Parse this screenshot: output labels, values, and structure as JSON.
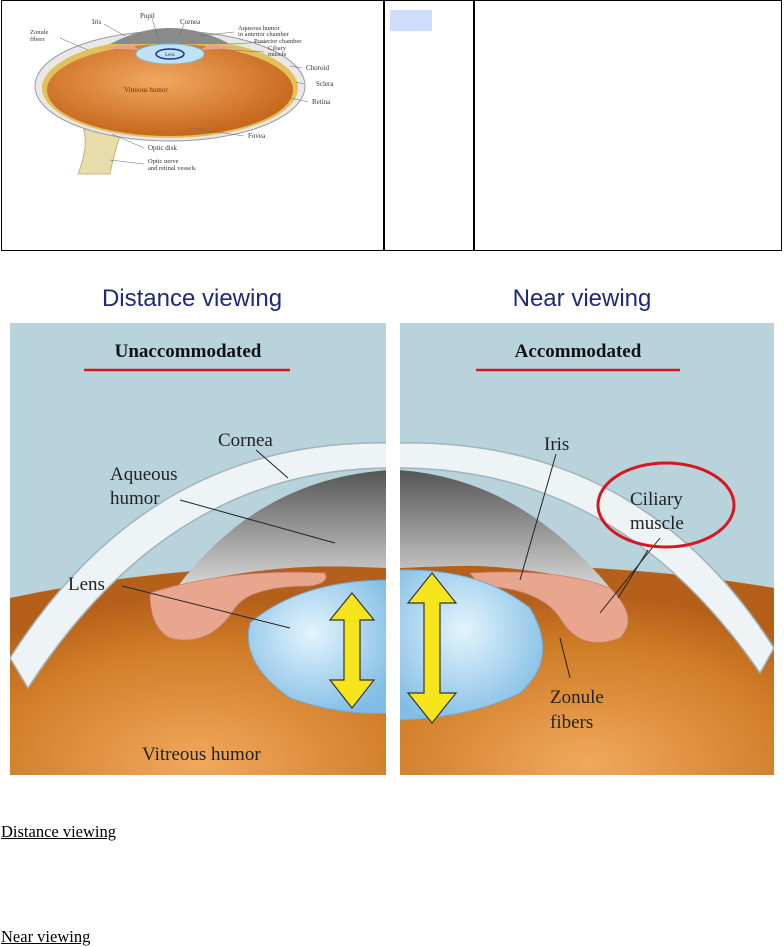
{
  "top_figure": {
    "labels": {
      "iris": "Iris",
      "pupil": "Pupil",
      "cornea": "Cornea",
      "zonule": "Zonule fibers",
      "aqueous": "Aqueous humor in anterior chamber",
      "posterior": "Posterior chamber",
      "ciliary": "Ciliary muscle",
      "lens": "Lens",
      "choroid": "Choroid",
      "sclera": "Sclera",
      "vitreous": "Vitreous humor",
      "retina": "Retina",
      "fovea": "Fovea",
      "optic_disk": "Optic disk",
      "optic_nerve": "Optic nerve and retinal vessels"
    }
  },
  "main_figure": {
    "left_heading": "Distance viewing",
    "right_heading": "Near viewing",
    "left_state": "Unaccommodated",
    "right_state": "Accommodated",
    "labels": {
      "cornea": "Cornea",
      "aqueous_1": "Aqueous",
      "aqueous_2": "humor",
      "lens": "Lens",
      "vitreous": "Vitreous humor",
      "iris": "Iris",
      "ciliary_1": "Ciliary",
      "ciliary_2": "muscle",
      "zonule_1": "Zonule",
      "zonule_2": "fibers"
    },
    "colors": {
      "panel_bg": "#b8d3dc",
      "accent_red": "#d7171f",
      "arrow_yellow": "#f6e51d",
      "lens_blue": "#9fd0ee",
      "vitreous_orange": "#c8741d"
    }
  },
  "captions": {
    "distance": "Distance viewing",
    "near": "Near viewing"
  }
}
